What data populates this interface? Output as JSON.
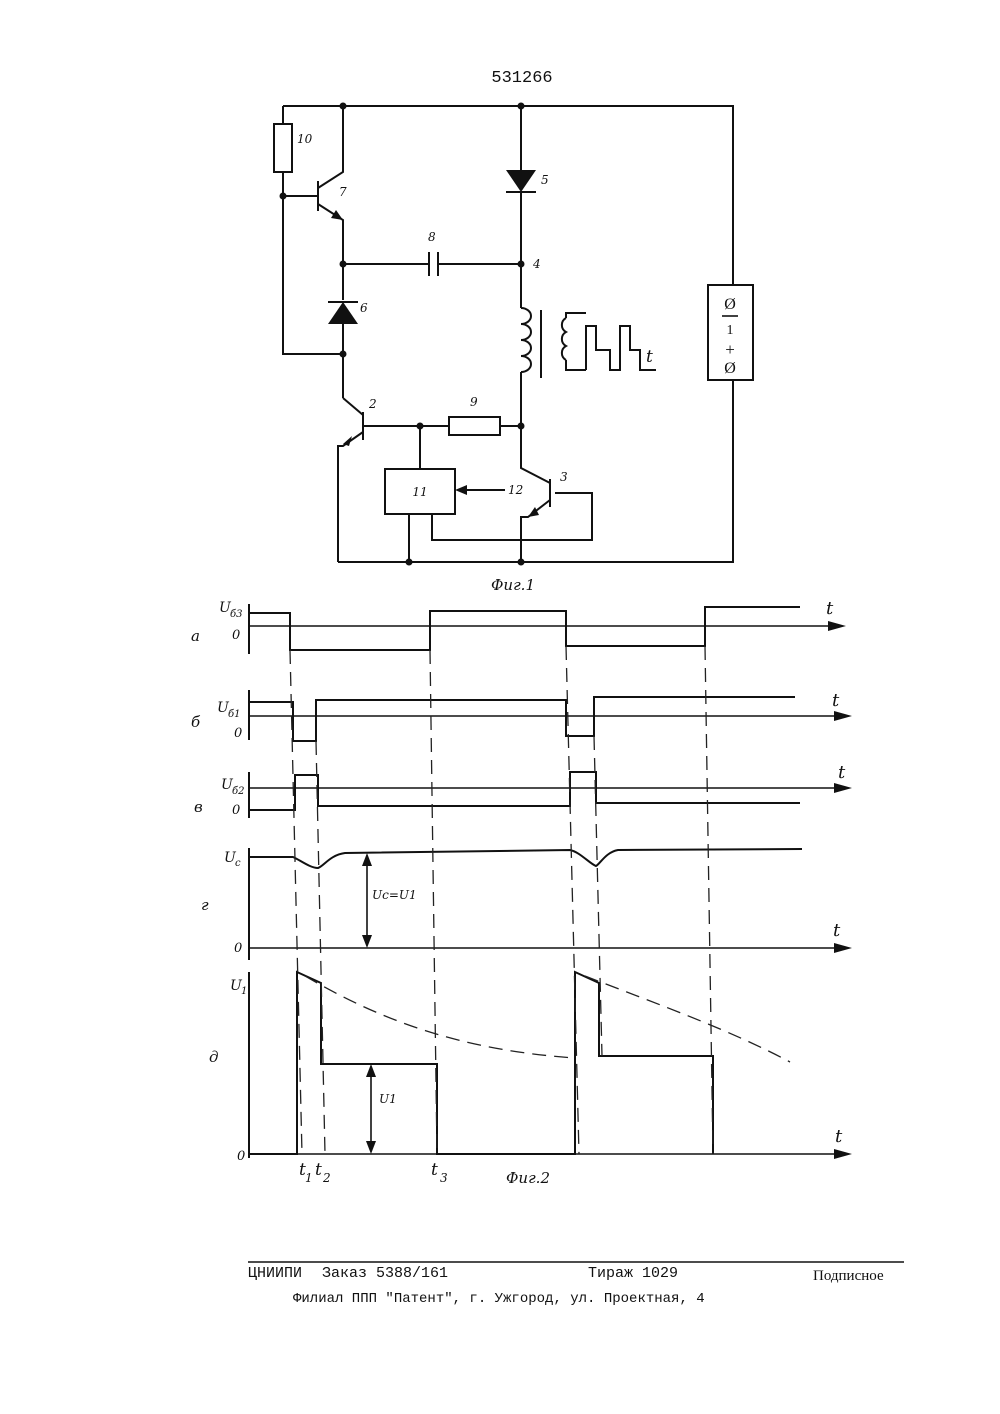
{
  "patent_number": "531266",
  "fig1": {
    "caption": "Фиг.1",
    "labels": {
      "resistor_10": "10",
      "transistor_7": "7",
      "diode_5": "5",
      "capacitor_8": "8",
      "node_4": "4",
      "diode_6": "6",
      "transistor_2": "2",
      "resistor_9": "9",
      "block_11": "11",
      "arrow_12": "12",
      "transistor_3": "3",
      "time_t": "t"
    },
    "supply": {
      "top": "Ø",
      "middle": "1",
      "plus": "+",
      "bottom": "Ø"
    }
  },
  "fig2": {
    "caption": "Фиг.2",
    "rows": [
      {
        "letter": "а",
        "level_label": "U",
        "level_sub": "б3",
        "zero": "0",
        "t": "t"
      },
      {
        "letter": "б",
        "level_label": "U",
        "level_sub": "б1",
        "zero": "0",
        "t": "t"
      },
      {
        "letter": "в",
        "level_label": "U",
        "level_sub": "б2",
        "zero": "0",
        "t": "t"
      },
      {
        "letter": "г",
        "level_label": "U",
        "level_sub": "c",
        "zero": "0",
        "t": "t",
        "annotation": "Uc=U1"
      },
      {
        "letter": "д",
        "level_label": "U",
        "level_sub": "1",
        "zero": "0",
        "t": "t",
        "annotation": "U1"
      }
    ],
    "time_marks": {
      "t1": "t",
      "t1_sub": "1",
      "t2": "t",
      "t2_sub": "2",
      "t3": "t",
      "t3_sub": "3"
    }
  },
  "footer": {
    "org": "ЦНИИПИ",
    "order": "Заказ 5388/161",
    "circulation": "Тираж 1029",
    "subscription": "Подписное",
    "branch": "Филиал ППП \"Патент\", г. Ужгород, ул. Проектная, 4"
  }
}
